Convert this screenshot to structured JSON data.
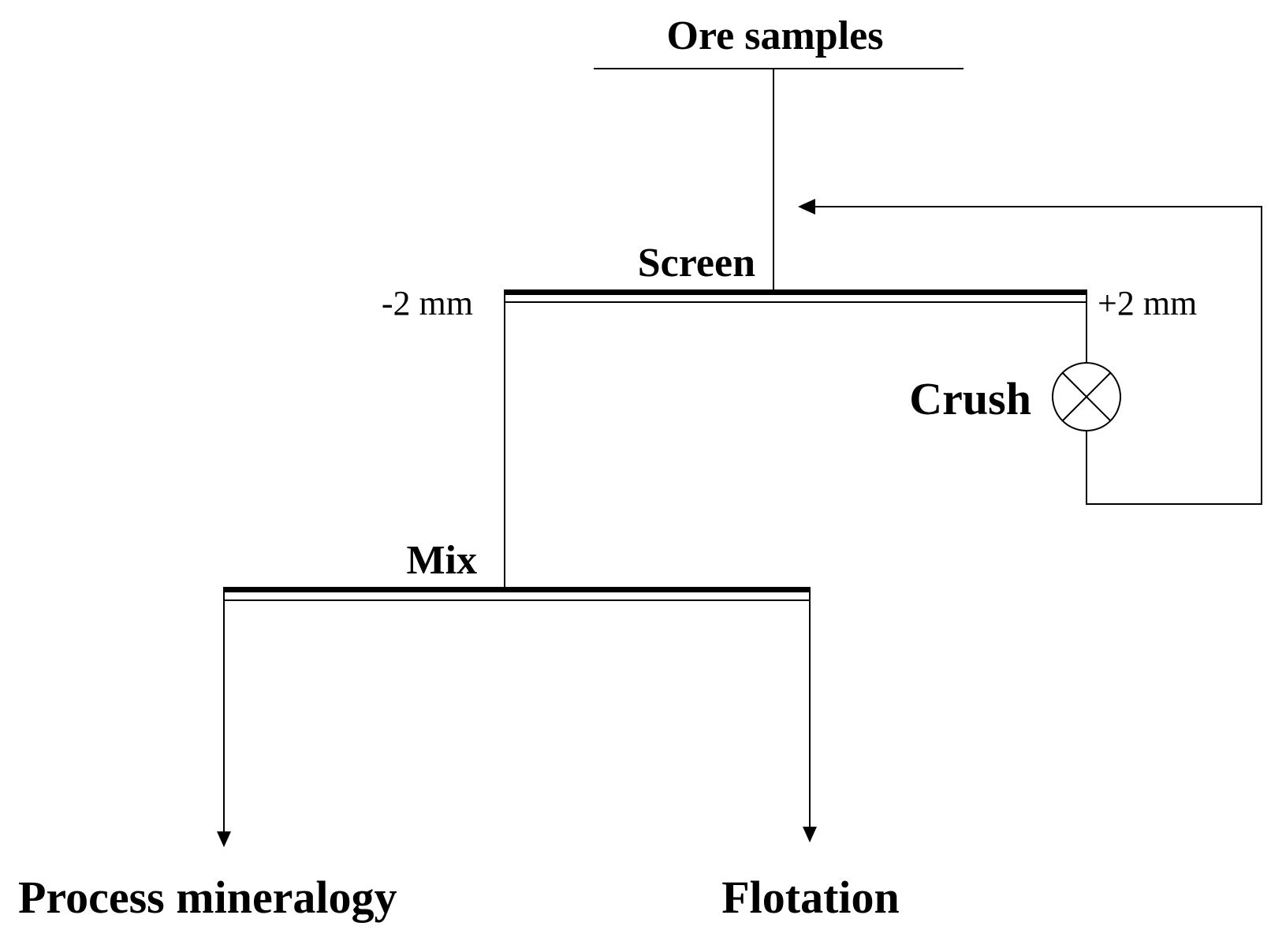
{
  "diagram": {
    "labels": {
      "ore_samples": "Ore samples",
      "screen": "Screen",
      "minus_2mm": "-2 mm",
      "plus_2mm": "+2 mm",
      "crush": "Crush",
      "mix": "Mix",
      "process_mineralogy": "Process mineralogy",
      "flotation": "Flotation"
    },
    "icons": {
      "crusher": "crusher-symbol-icon",
      "arrow": "arrowhead-icon"
    }
  }
}
